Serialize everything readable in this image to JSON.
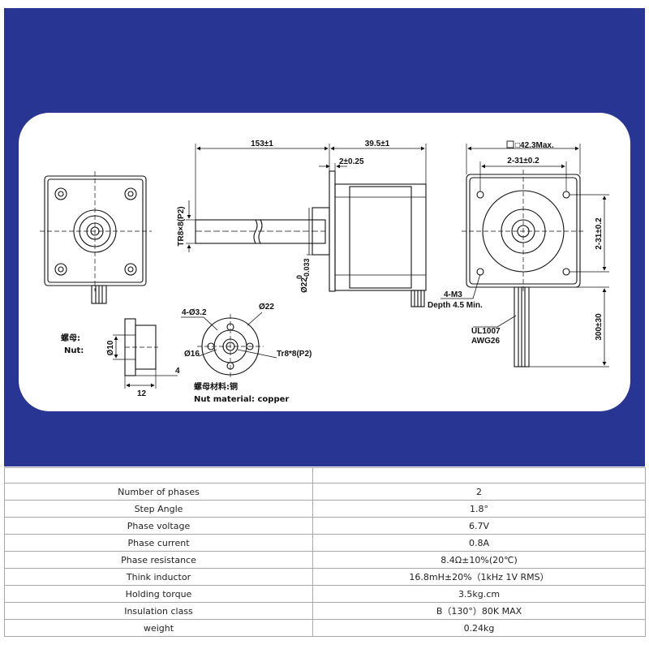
{
  "drawing": {
    "dims": {
      "shaft_length": "153±1",
      "body_length": "39.5±1",
      "flange": "2±0.25",
      "screw_thread": "TR8×8(P2)",
      "frame_size": "□42.3Max.",
      "hole_pitch_h": "2-31±0.2",
      "hole_pitch_v": "2-31±0.2",
      "mount_screw": "4-M3",
      "mount_depth": "Depth 4.5 Min.",
      "wire_type": "UL1007",
      "wire_gauge": "AWG26",
      "lead_length": "300±30",
      "pilot_dia": "Ø22",
      "pilot_tol": "0",
      "pilot_tol2": "-0.033"
    },
    "nut": {
      "label_cn": "螺母:",
      "label_en": "Nut:",
      "holes": "4-Ø3.2",
      "flange_dia": "Ø22",
      "pcd": "Ø16",
      "body_dia": "Ø10",
      "thread": "Tr8*8(P2)",
      "flange_thick": "4",
      "length": "12",
      "material_cn": "螺母材料:铜",
      "material_en": "Nut material: copper"
    }
  },
  "specs": [
    {
      "name": "Number of phases",
      "value": "2"
    },
    {
      "name": "Step Angle",
      "value": "1.8°"
    },
    {
      "name": "Phase voltage",
      "value": "6.7V"
    },
    {
      "name": "Phase current",
      "value": "0.8A"
    },
    {
      "name": "Phase resistance",
      "value": "8.4Ω±10%(20℃)"
    },
    {
      "name": "Think inductor",
      "value": "16.8mH±20%（1kHz 1V RMS）"
    },
    {
      "name": "Holding torque",
      "value": "3.5kg.cm"
    },
    {
      "name": "Insulation class",
      "value": "B（130°）80K MAX"
    },
    {
      "name": "weight",
      "value": "0.24kg"
    }
  ]
}
